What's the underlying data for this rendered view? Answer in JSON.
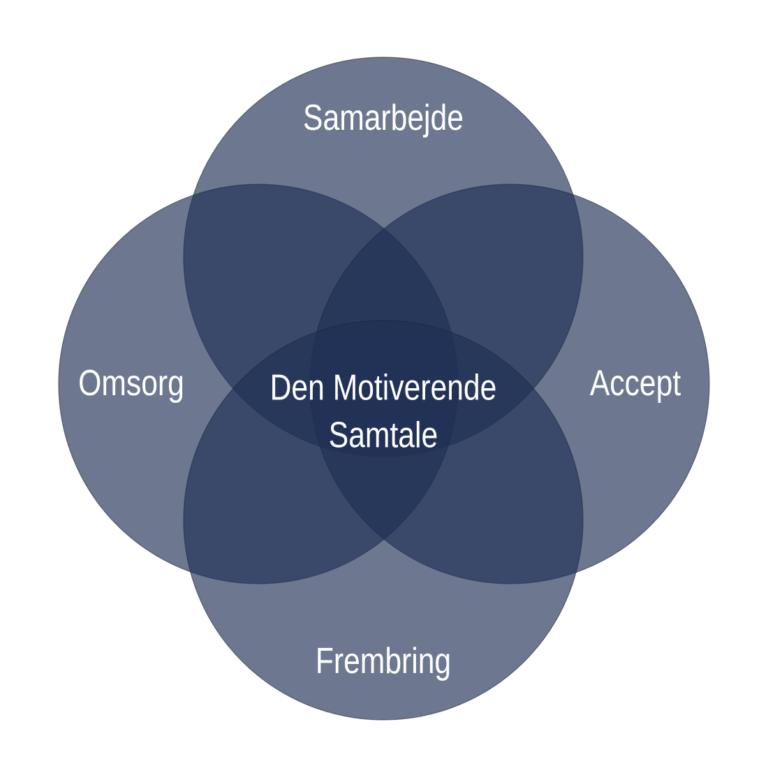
{
  "diagram": {
    "colors": {
      "circle_fill": "#1f3055",
      "circle_stroke": "#1a2540",
      "label_color": "#ffffff",
      "background": "#ffffff"
    },
    "circles": [
      {
        "id": "samarbejde",
        "label": "Samarbejde"
      },
      {
        "id": "omsorg",
        "label": "Omsorg"
      },
      {
        "id": "accept",
        "label": "Accept"
      },
      {
        "id": "frembring",
        "label": "Frembring"
      }
    ],
    "center": {
      "line1": "Den Motiverende",
      "line2": "Samtale"
    }
  }
}
